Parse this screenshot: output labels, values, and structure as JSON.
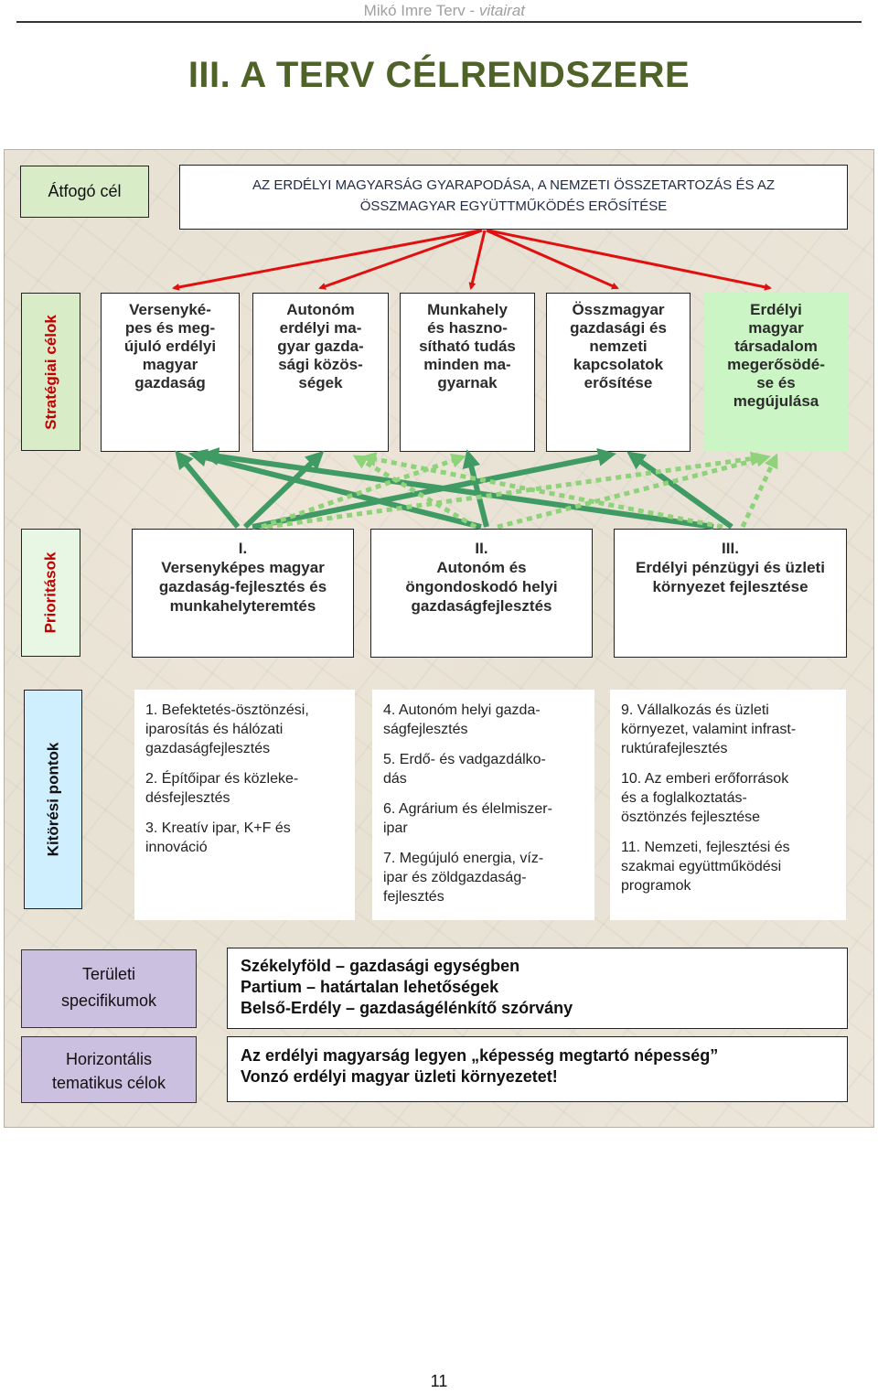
{
  "header": {
    "author": "Mikó Imre Terv - ",
    "author_italic": "vitairat"
  },
  "title": "III. A TERV CÉLRENDSZERE",
  "atfogo": {
    "label": "Átfogó cél",
    "line1": "AZ ERDÉLYI MAGYARSÁG GYARAPODÁSA, A NEMZETI ÖSSZETARTOZÁS ÉS AZ",
    "line2": "ÖSSZMAGYAR EGYÜTTMŰKÖDÉS ERŐSÍTÉSE"
  },
  "strategiai": {
    "label": "Stratégiai célok",
    "goals": [
      {
        "lines": [
          "Versenyké-",
          "pes és meg-",
          "újuló erdélyi",
          "magyar",
          "gazdaság"
        ]
      },
      {
        "lines": [
          "Autonóm",
          "erdélyi ma-",
          "gyar gazda-",
          "sági közös-",
          "ségek"
        ]
      },
      {
        "lines": [
          "Munkahely",
          "és haszno-",
          "sítható tudás",
          "minden ma-",
          "gyarnak"
        ]
      },
      {
        "lines": [
          "Összmagyar",
          "gazdasági és",
          "nemzeti",
          "kapcsolatok",
          "erősítése"
        ]
      },
      {
        "lines": [
          "Erdélyi",
          "magyar",
          "társadalom",
          "megerősödé-",
          "se és",
          "megújulása"
        ]
      }
    ]
  },
  "prioritasok": {
    "label": "Prioritások",
    "items": [
      {
        "num": "I.",
        "lines": [
          "Versenyképes magyar",
          "gazdaság-fejlesztés és",
          "munkahelyteremtés"
        ]
      },
      {
        "num": "II.",
        "lines": [
          "Autonóm és",
          "öngondoskodó helyi",
          "gazdaságfejlesztés"
        ]
      },
      {
        "num": "III.",
        "lines": [
          "Erdélyi pénzügyi és üzleti",
          "környezet fejlesztése"
        ]
      }
    ]
  },
  "kitoresi": {
    "label": "Kitörési pontok",
    "columns": [
      [
        [
          "1. Befektetés-ösztönzési,",
          "iparosítás és hálózati",
          "gazdaságfejlesztés"
        ],
        [
          "2. Építőipar és közleke-",
          "désfejlesztés"
        ],
        [
          "3. Kreatív ipar, K+F és",
          "innováció"
        ]
      ],
      [
        [
          "4. Autonóm helyi gazda-",
          "ságfejlesztés"
        ],
        [
          "5. Erdő- és vadgazdálko-",
          "dás"
        ],
        [
          "6. Agrárium és élelmiszer-",
          "ipar"
        ],
        [
          "7. Megújuló energia, víz-",
          "ipar és zöldgazdaság-",
          "fejlesztés"
        ]
      ],
      [
        [
          "9. Vállalkozás és üzleti",
          "környezet, valamint infrast-",
          "ruktúrafejlesztés"
        ],
        [
          "10. Az emberi erőforrások",
          "és a foglalkoztatás-",
          "ösztönzés fejlesztése"
        ],
        [
          "11. Nemzeti, fejlesztési és",
          "szakmai együttműködési",
          "programok"
        ]
      ]
    ]
  },
  "teruleti": {
    "label1": "Területi",
    "label2": "specifikumok",
    "lines": [
      {
        "a": "Székelyföld",
        "dash": " – ",
        "b": "gazdasági egységben"
      },
      {
        "a": "Partium",
        "dash": " – ",
        "b": "határtalan lehetőségek"
      },
      {
        "a": "Belső-Erdély",
        "dash": " – ",
        "b": "gazdaságélénkítő szórvány"
      }
    ]
  },
  "horizontalis": {
    "label1": "Horizontális",
    "label2": "tematikus célok",
    "lines": [
      "Az erdélyi magyarság legyen „képesség megtartó népesség”",
      "Vonzó erdélyi magyar üzleti környezetet!"
    ]
  },
  "page_number": "11",
  "colors": {
    "title": "#4f6228",
    "atfogo_label_bg": "#d8ecc8",
    "red_arrow": "#e01010",
    "green_arrow": "#3f9a64",
    "dashed_arrow": "#8ed27a",
    "last_goal_bg": "#ccf5c6",
    "vlabel_red": "#c00000",
    "strat_label_bg": "#d8ecc8",
    "prio_label_bg": "#e8f6e4",
    "kp_label_bg": "#cfefff",
    "purple_bg": "#ccc0e0"
  }
}
